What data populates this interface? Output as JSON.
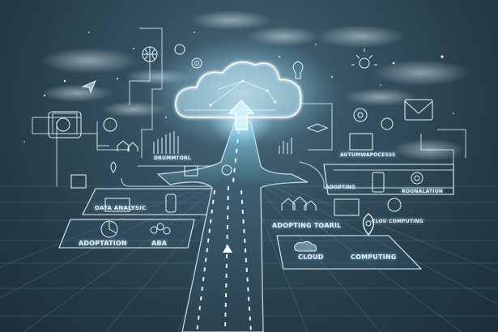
{
  "scene": {
    "description": "Digital illustration of a glowing cloud above a highway road branching into technology panels on a perspective grid",
    "colors": {
      "background_center": "#4a6b7c",
      "background_edge": "#1b2f3a",
      "glow": "#bfefff",
      "line": "#d8eef5",
      "road": "#2c4654"
    }
  },
  "labels": {
    "dashboard": "DRUMMTORL",
    "automation": "AUTUMWAPOCESSS",
    "data_analysis": "DATA ANALYSIC",
    "adoptation": "ADOPTATION",
    "aba": "ABA",
    "adopting": "ADOPTING",
    "roonalation": "ROONALATION",
    "adopting_toaril": "ADOPTING TOARIL",
    "clou_computing": "CLOU COMPUTING",
    "cloud": "CLOUD",
    "computing": "COMPUTING"
  },
  "icons": [
    "cloud-icon",
    "upload-arrow-icon",
    "globe-icon",
    "gear-icon",
    "lightbulb-icon",
    "mail-icon",
    "airplane-icon",
    "location-pin-icon",
    "monitor-icon",
    "tablet-icon",
    "database-icon",
    "bar-chart-icon",
    "pie-chart-icon",
    "house-icon",
    "graduation-cap-icon"
  ]
}
